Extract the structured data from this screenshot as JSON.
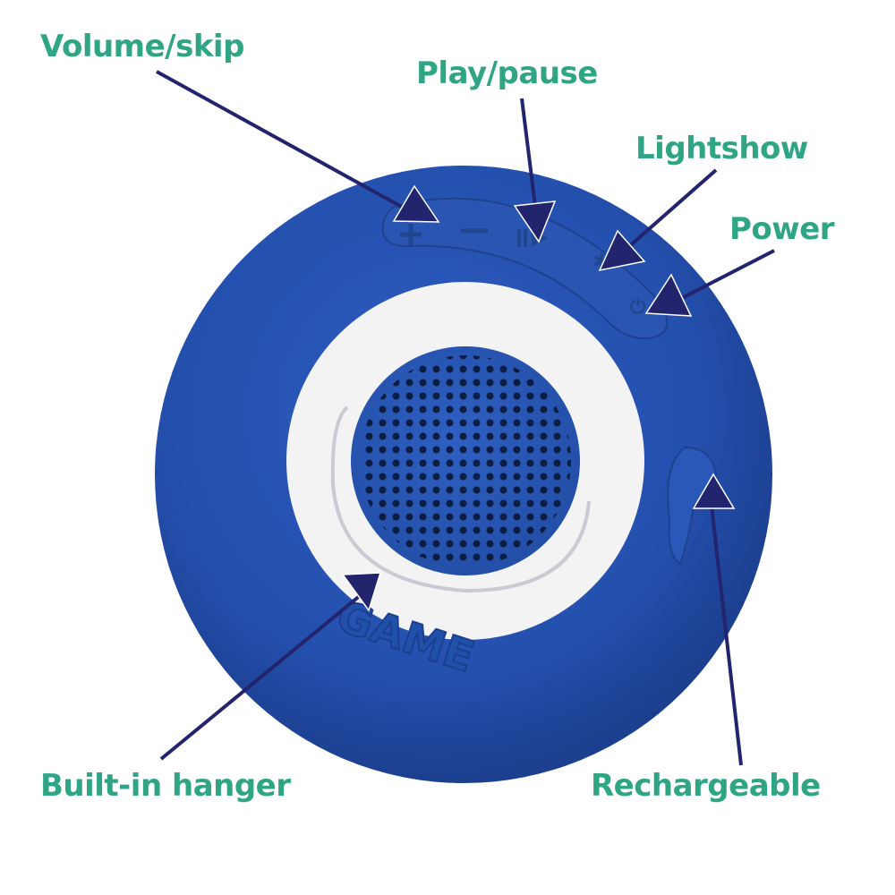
{
  "image": {
    "subject": "Blue round shower speaker with labeled features",
    "brand_embossed": "GAME",
    "colors": {
      "body": "#2452b0",
      "body_dark": "#1a3f8f",
      "ring": "#f2f2f2",
      "grille": "#2a58b8",
      "arrow": "#23246e",
      "label": "#2fa585"
    }
  },
  "labels": {
    "volume_skip": "Volume/skip",
    "play_pause": "Play/pause",
    "lightshow": "Lightshow",
    "power": "Power",
    "built_in_hanger": "Built-in hanger",
    "rechargeable": "Rechargeable"
  },
  "button_panel": {
    "icons": [
      "plus-icon",
      "minus-icon",
      "play-pause-icon",
      "light-icon",
      "power-icon"
    ]
  }
}
